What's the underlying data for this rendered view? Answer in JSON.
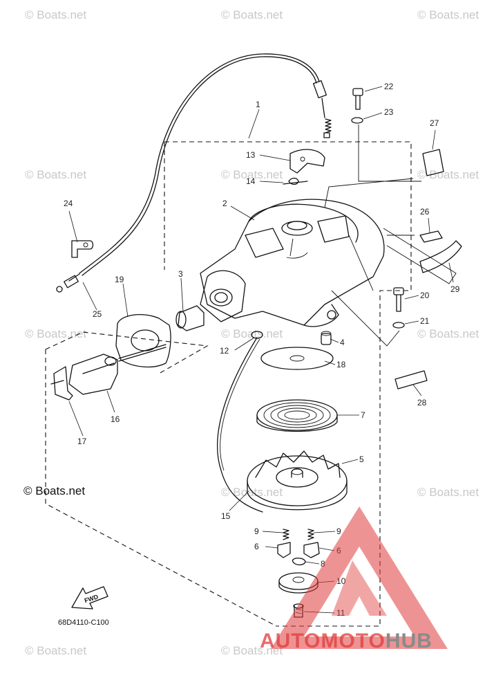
{
  "watermark": {
    "text": "© Boats.net"
  },
  "copyright": "© Boats.net",
  "diagram_code": "68D4110-C100",
  "fwd_label": "FWD",
  "logo": {
    "text_red": "AUTOMOTO",
    "text_gray": "HUB",
    "red": "#e03a3a",
    "gray": "#8a8a8a"
  },
  "callouts": [
    "1",
    "2",
    "3",
    "4",
    "5",
    "6",
    "6",
    "7",
    "8",
    "9",
    "9",
    "10",
    "11",
    "12",
    "13",
    "14",
    "15",
    "16",
    "17",
    "18",
    "19",
    "20",
    "21",
    "22",
    "23",
    "24",
    "25",
    "26",
    "27",
    "28",
    "29"
  ]
}
